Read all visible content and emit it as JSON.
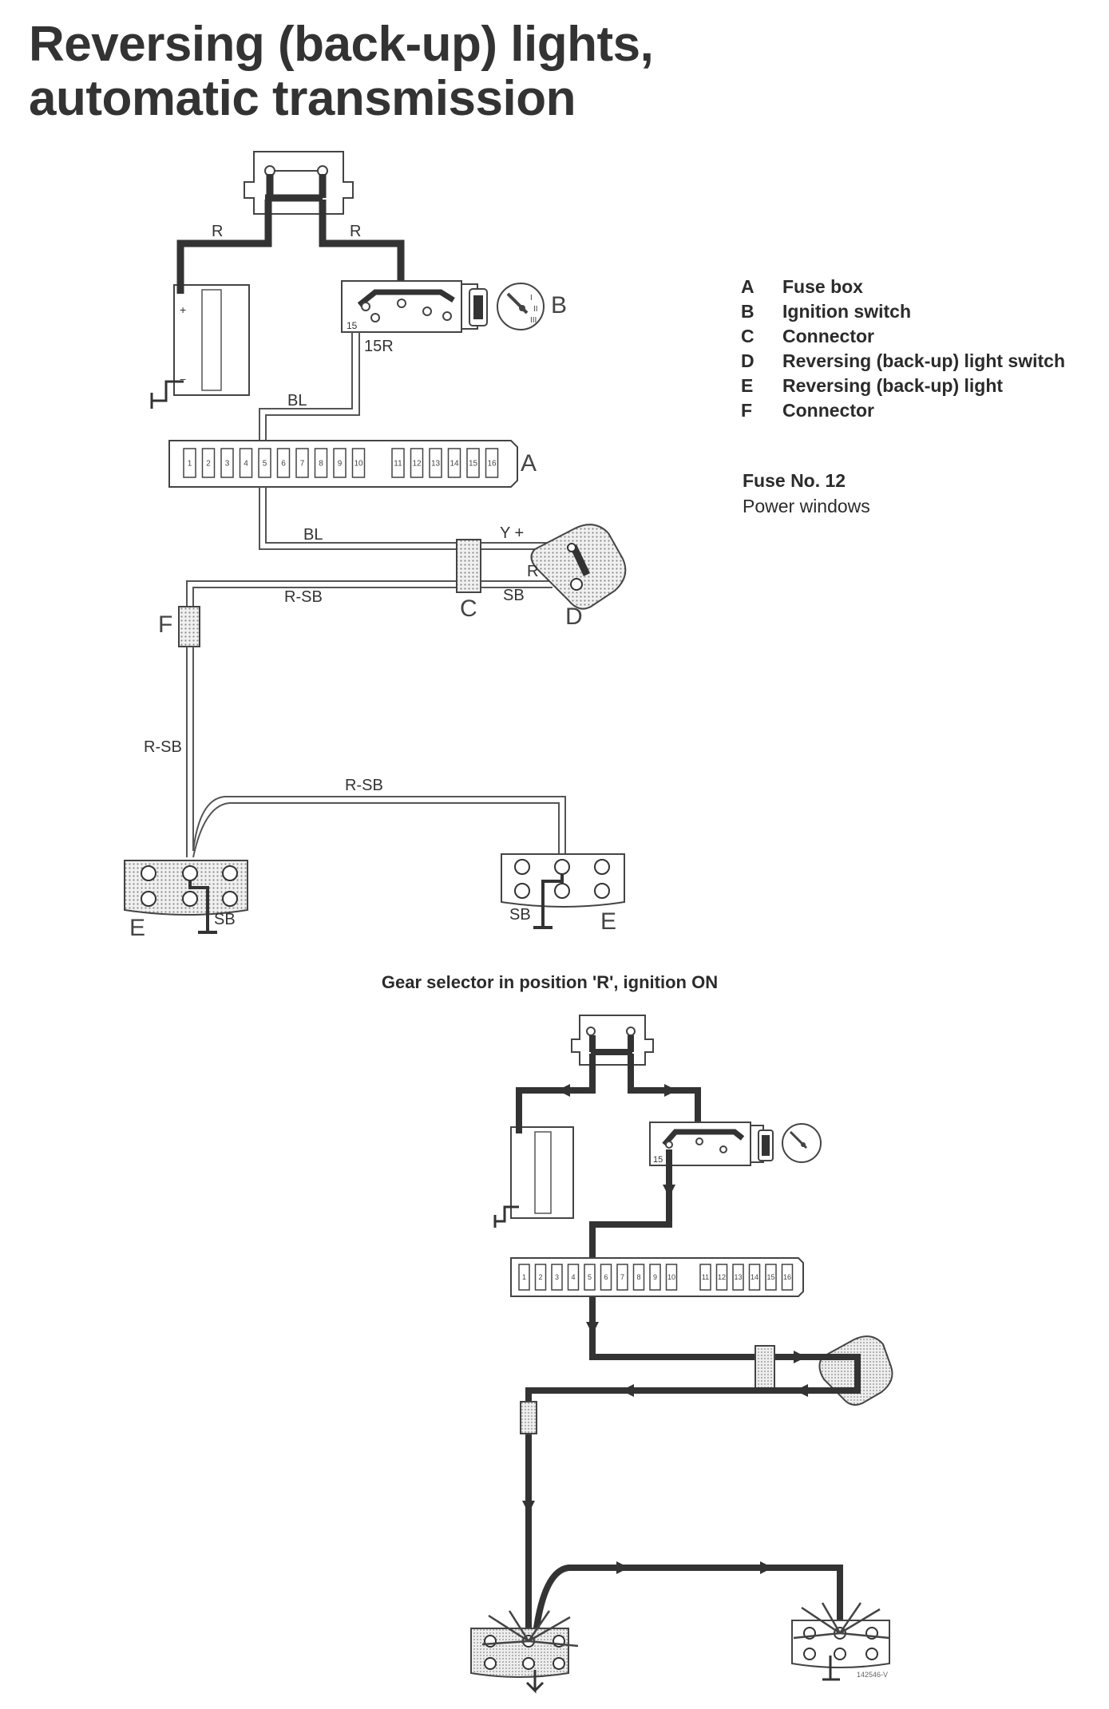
{
  "title": {
    "line1": "Reversing (back-up) lights,",
    "line2": "automatic transmission"
  },
  "legend": [
    {
      "key": "A",
      "text": "Fuse box"
    },
    {
      "key": "B",
      "text": "Ignition switch"
    },
    {
      "key": "C",
      "text": "Connector"
    },
    {
      "key": "D",
      "text": "Reversing (back-up) light switch"
    },
    {
      "key": "E",
      "text": "Reversing (back-up) light"
    },
    {
      "key": "F",
      "text": "Connector"
    }
  ],
  "fuse": {
    "title": "Fuse No. 12",
    "note": "Power windows"
  },
  "caption": "Gear selector in position 'R', ignition ON",
  "drawing_number": "142546-V",
  "diagram1": {
    "component_labels": {
      "A": "A",
      "B": "B",
      "C": "C",
      "D": "D",
      "E_left": "E",
      "E_right": "E",
      "F": "F"
    },
    "wire_labels": {
      "r_left": "R",
      "r_right": "R",
      "fifteen_r": "15R",
      "bl_top": "BL",
      "bl_mid": "BL",
      "y_plus": "Y +",
      "r_switch": "R",
      "r_sb_top": "R-SB",
      "sb_switch": "SB",
      "r_sb_vertical": "R-SB",
      "r_sb_bottom": "R-SB",
      "sb_left": "SB",
      "sb_right": "SB"
    },
    "terminal_labels": {
      "battery_plus": "+",
      "battery_minus": "−",
      "ign_15": "15"
    },
    "fuse_numbers": [
      "1",
      "2",
      "3",
      "4",
      "5",
      "6",
      "7",
      "8",
      "9",
      "10",
      "11",
      "12",
      "13",
      "14",
      "15",
      "16"
    ]
  },
  "diagram2": {
    "terminal_labels": {
      "ign_15": "15"
    },
    "fuse_numbers": [
      "1",
      "2",
      "3",
      "4",
      "5",
      "6",
      "7",
      "8",
      "9",
      "10",
      "11",
      "12",
      "13",
      "14",
      "15",
      "16"
    ]
  }
}
